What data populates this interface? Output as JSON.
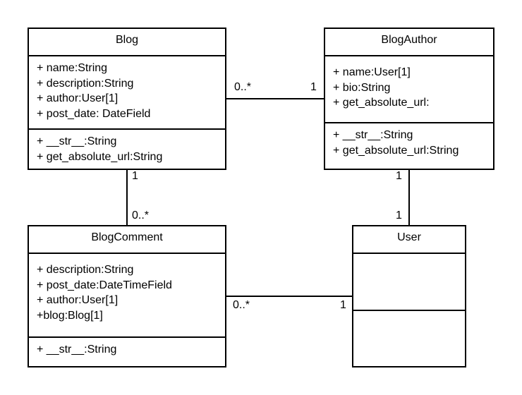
{
  "classes": {
    "blog": {
      "name": "Blog",
      "attributes": [
        "+ name:String",
        "+ description:String",
        "+ author:User[1]",
        "+ post_date: DateField"
      ],
      "operations": [
        "+ __str__:String",
        "+ get_absolute_url:String"
      ]
    },
    "blog_author": {
      "name": "BlogAuthor",
      "attributes": [
        "+ name:User[1]",
        "+ bio:String",
        "+ get_absolute_url:"
      ],
      "operations": [
        "+ __str__:String",
        "+ get_absolute_url:String"
      ]
    },
    "blog_comment": {
      "name": "BlogComment",
      "attributes": [
        "+ description:String",
        "+ post_date:DateTimeField",
        "+ author:User[1]",
        "+blog:Blog[1]"
      ],
      "operations": [
        "+ __str__:String"
      ]
    },
    "user": {
      "name": "User",
      "attributes": [],
      "operations": []
    }
  },
  "associations": {
    "blog_author": {
      "source_mult": "0..*",
      "target_mult": "1"
    },
    "blog_comment": {
      "source_mult": "1",
      "target_mult": "0..*"
    },
    "author_user": {
      "source_mult": "1",
      "target_mult": "1"
    },
    "comment_user": {
      "source_mult": "0..*",
      "target_mult": "1"
    }
  }
}
